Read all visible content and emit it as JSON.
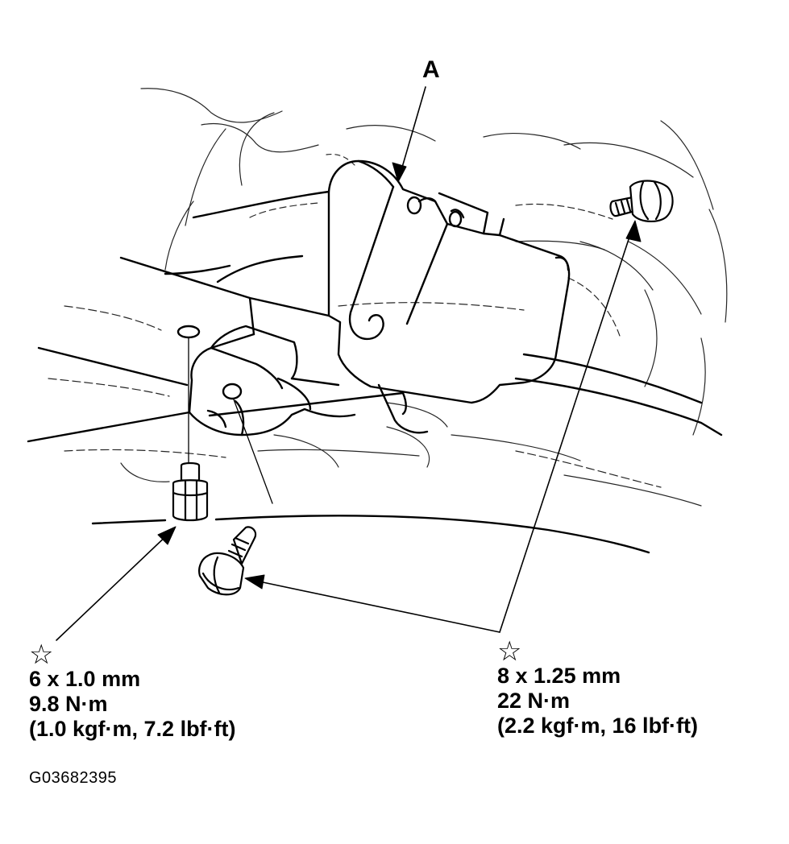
{
  "figure": {
    "callout_label": "A",
    "figure_id": "G03682395"
  },
  "specs": {
    "left": {
      "symbol": "☆",
      "size": "6 x 1.0 mm",
      "torque": "9.8 N·m",
      "torque_alt": "(1.0 kgf·m, 7.2 lbf·ft)"
    },
    "right": {
      "symbol": "☆",
      "size": "8 x 1.25 mm",
      "torque": "22 N·m",
      "torque_alt": "(2.2 kgf·m, 16 lbf·ft)"
    }
  },
  "colors": {
    "line": "#000000",
    "background": "#ffffff"
  }
}
